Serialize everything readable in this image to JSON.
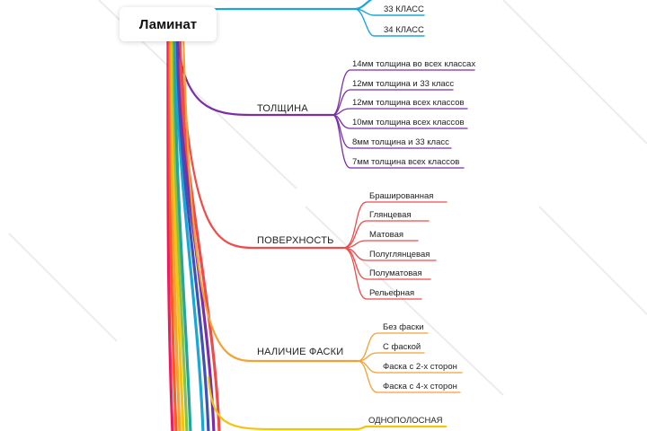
{
  "root": {
    "title": "Ламинат"
  },
  "branches": [
    {
      "label": "",
      "color": "#1aa7d8",
      "children": [
        "33 КЛАСС",
        "34 КЛАСС"
      ]
    },
    {
      "label": "ТОЛЩИНА",
      "color": "#7b2fa6",
      "children": [
        "14мм толщина во всех классах",
        "12мм толщина и 33 класс",
        "12мм толщина всех классов",
        "10мм толщина всех классов",
        "8мм толщина и 33 класс",
        "7мм толщина всех классов"
      ]
    },
    {
      "label": "ПОВЕРХНОСТЬ",
      "color": "#ef4b4b",
      "children": [
        "Брашированная",
        "Глянцевая",
        "Матовая",
        "Полуглянцевая",
        "Полуматовая",
        "Рельефная"
      ]
    },
    {
      "label": "НАЛИЧИЕ ФАСКИ",
      "color": "#f5a033",
      "children": [
        "Без фаски",
        "С фаской",
        "Фаска с 2-х сторон",
        "Фаска с 4-х сторон"
      ]
    },
    {
      "label": "",
      "color": "#f2c40f",
      "children": [
        "ОДНОПОЛОСНАЯ"
      ]
    }
  ],
  "trunk_colors": [
    "#e91e63",
    "#ff5722",
    "#f5a033",
    "#f2c40f",
    "#8bc34a",
    "#26a69a",
    "#1aa7d8",
    "#3f51b5",
    "#7b2fa6",
    "#ef4b4b"
  ]
}
